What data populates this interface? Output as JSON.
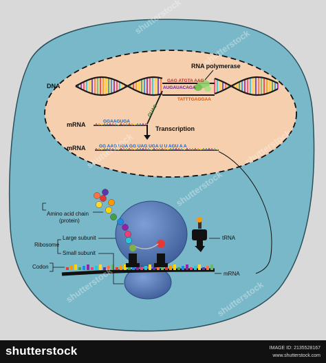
{
  "labels": {
    "dna": "DNA",
    "rna_polymerase": "RNA polymerase",
    "mrna_top": "mRNA",
    "transcription": "Transcription",
    "mrna_mid": "mRNA",
    "amino_acid_chain": "Amino acid chain\n(protein)",
    "ribosome": "Ribosome",
    "large_subunit": "Large subunit",
    "small_subunit": "Small subunit",
    "trna": "tRNA",
    "codon": "Codon",
    "mrna_bottom": "mRNA"
  },
  "sequences": {
    "dna_top_strand": "GAG ATGTA AAG",
    "dna_top_strand_2": "AUGAUACAGA",
    "dna_bottom_strand": "TATTTGAGGAA",
    "partial_mrna": "GGAAGUGA",
    "transcript_fragment": "GUAG",
    "full_mrna": "GG AAG UGA GG UAG UGA U U AGU A A"
  },
  "watermark": {
    "text": "shutterstock"
  },
  "footer": {
    "brand": "shutterstock",
    "image_id": "IMAGE ID: 2135528167",
    "site": "www.shutterstock.com"
  },
  "colors": {
    "background": "#d9d9d9",
    "cell": "#79b8c8",
    "nucleus": "#f6cfae",
    "dna_backbone": "#1a1a1a",
    "polymerase": "#8fd16e",
    "ribosome": "#5577b5",
    "trna": "#111111",
    "mrna_strand": "#111111",
    "footer_bg": "#111111"
  },
  "amino_acid_colors": [
    "#e53935",
    "#ff9800",
    "#ffd600",
    "#43a047",
    "#1e88e5",
    "#8e24aa",
    "#ec407a",
    "#26c6da",
    "#fdd835",
    "#5e35b1",
    "#ff7043",
    "#66bb6a"
  ]
}
